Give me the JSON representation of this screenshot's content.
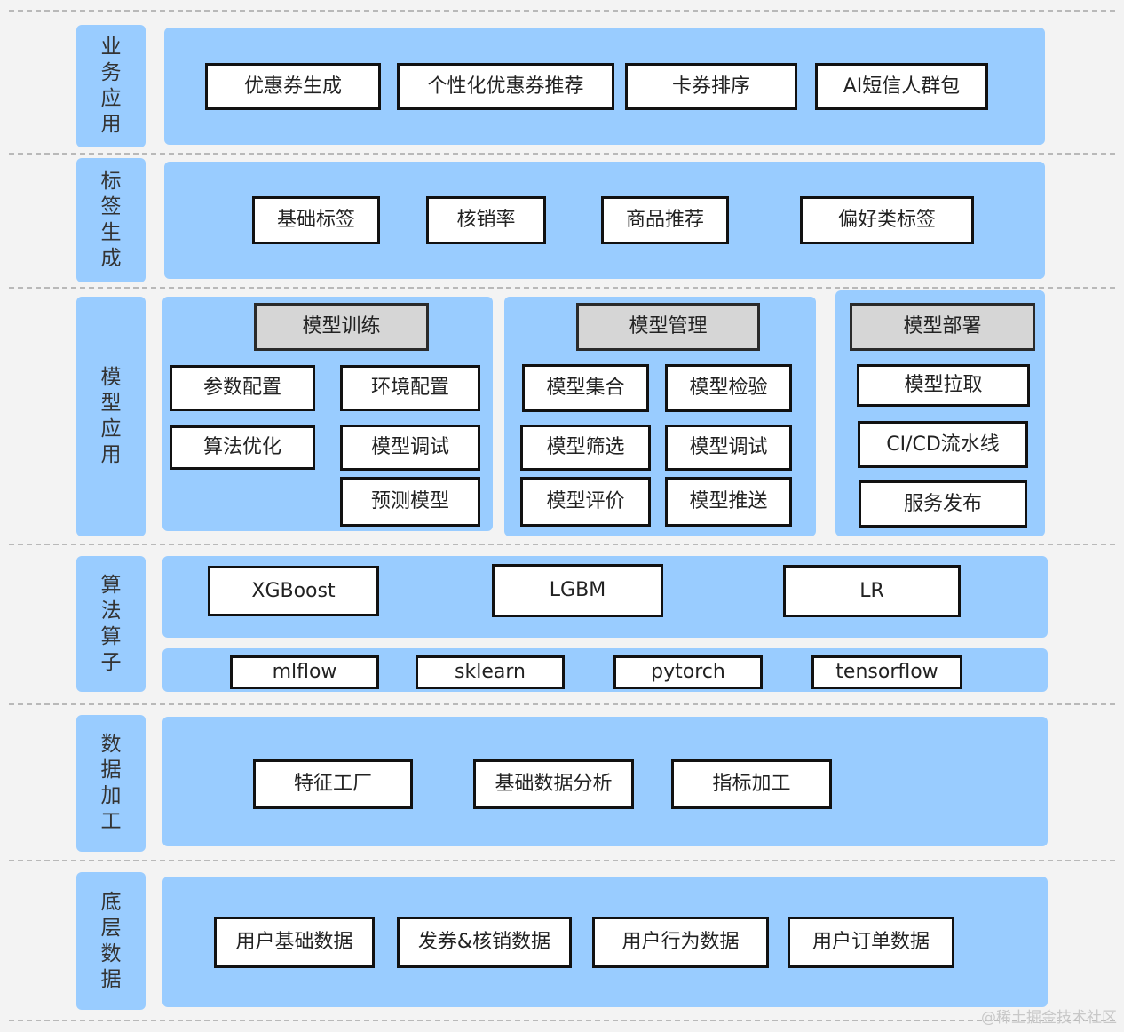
{
  "layers": {
    "business": {
      "label": "业务应用",
      "items": [
        "优惠券生成",
        "个性化优惠券推荐",
        "卡券排序",
        "AI短信人群包"
      ]
    },
    "tags": {
      "label": "标签生成",
      "items": [
        "基础标签",
        "核销率",
        "商品推荐",
        "偏好类标签"
      ]
    },
    "model": {
      "label": "模型应用",
      "training": {
        "title": "模型训练",
        "items": [
          "参数配置",
          "环境配置",
          "算法优化",
          "模型调试",
          "预测模型"
        ]
      },
      "management": {
        "title": "模型管理",
        "items": [
          "模型集合",
          "模型检验",
          "模型筛选",
          "模型调试",
          "模型评价",
          "模型推送"
        ]
      },
      "deployment": {
        "title": "模型部署",
        "items": [
          "模型拉取",
          "CI/CD流水线",
          "服务发布"
        ]
      }
    },
    "algo": {
      "label": "算法算子",
      "models": [
        "XGBoost",
        "LGBM",
        "LR"
      ],
      "libs": [
        "mlflow",
        "sklearn",
        "pytorch",
        "tensorflow"
      ]
    },
    "processing": {
      "label": "数据加工",
      "items": [
        "特征工厂",
        "基础数据分析",
        "指标加工"
      ]
    },
    "base": {
      "label": "底层数据",
      "items": [
        "用户基础数据",
        "发券&核销数据",
        "用户行为数据",
        "用户订单数据"
      ]
    }
  },
  "watermark": "@稀土掘金技术社区"
}
